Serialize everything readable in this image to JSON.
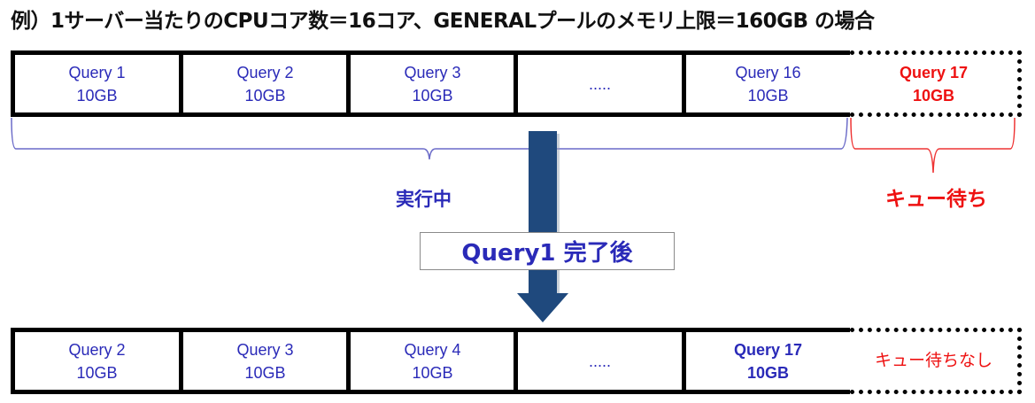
{
  "title": "例）1サーバー当たりのCPUコア数＝16コア、GENERALプールのメモリ上限＝160GB の場合",
  "colors": {
    "query_text": "#2a2ab8",
    "queued_text": "#ee1111",
    "arrow": "#1f497d",
    "brace_running": "#6a6ac8",
    "brace_queued": "#ee3333"
  },
  "before": {
    "cells": [
      {
        "name": "Query 1",
        "size": "10GB"
      },
      {
        "name": "Query 2",
        "size": "10GB"
      },
      {
        "name": "Query 3",
        "size": "10GB"
      },
      {
        "name": ".....",
        "size": ""
      },
      {
        "name": "Query 16",
        "size": "10GB"
      }
    ],
    "queued": {
      "name": "Query 17",
      "size": "10GB"
    },
    "running_label": "実行中",
    "queued_label": "キュー待ち"
  },
  "transition_label": "Query1 完了後",
  "after": {
    "cells": [
      {
        "name": "Query 2",
        "size": "10GB"
      },
      {
        "name": "Query 3",
        "size": "10GB"
      },
      {
        "name": "Query 4",
        "size": "10GB"
      },
      {
        "name": ".....",
        "size": ""
      },
      {
        "name": "Query 17",
        "size": "10GB"
      }
    ],
    "no_queue_label": "キュー待ちなし"
  }
}
